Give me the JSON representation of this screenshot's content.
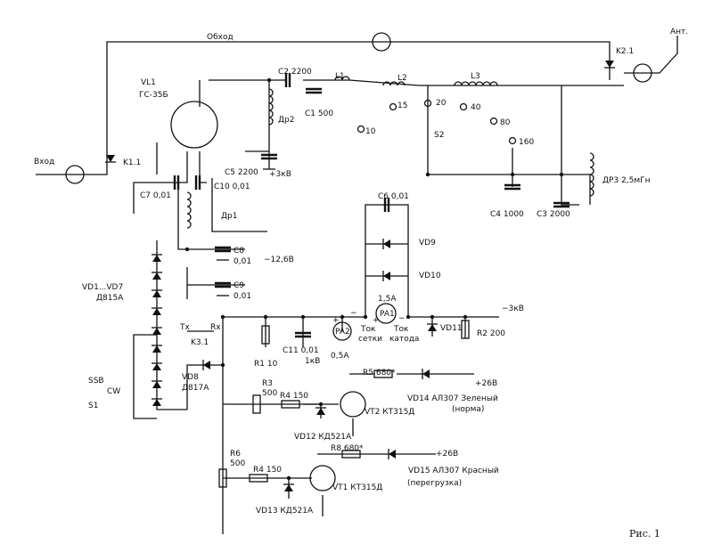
{
  "figure_caption": "Рис. 1",
  "nets": {
    "bypass": "Обход",
    "input": "Вход",
    "antenna": "Ант.",
    "minus_12v": "−12,6В",
    "minus_3kv": "−3кВ",
    "plus_3kv": "+3кВ",
    "plus_26v_a": "+26В",
    "plus_26v_b": "+26В"
  },
  "parts": {
    "K11": "K1.1",
    "K21": "K2.1",
    "K31": "K3.1",
    "VL1": "VL1",
    "VL1_type": "ГС-35Б",
    "C2": "C2  2200",
    "C1": "C1  500",
    "L1": "L1",
    "L2": "L2",
    "L3": "L3",
    "Dr2": "Др2",
    "C5": "C5  2200",
    "C7": "C7  0,01",
    "C10": "C10  0,01",
    "Dr1": "Др1",
    "C8_name": "C8",
    "C8_value": "0,01",
    "C9_name": "C9",
    "C9_value": "0,01",
    "C4": "C4  1000",
    "C3": "C3  2000",
    "Dr3": "ДР3  2,5мГн",
    "C6": "C6  0,01",
    "VD9": "VD9",
    "VD10": "VD10",
    "PA1": "PA1",
    "PA1_range": "1,5А",
    "PA2": "PA2",
    "PA2_range": "0,5А",
    "grid_current_1": "Ток",
    "grid_current_2": "сетки",
    "cathode_current_1": "Ток",
    "cathode_current_2": "катода",
    "VD11": "VD11",
    "R2": "R2  200",
    "R1": "R1  10",
    "C11_name": "C11  0,01",
    "C11_value": "1кВ",
    "VD_chain_1": "VD1...VD7",
    "VD_chain_2": "Д815А",
    "SSB": "SSB",
    "CW": "CW",
    "S1": "S1",
    "S2": "S2",
    "VD8": "VD8",
    "VD8_type": "Д817А",
    "Tx": "Tx",
    "Rx": "Rx",
    "R3_name": "R3",
    "R3_value": "500",
    "R4_upper": "R4  150",
    "R5": "R5  680*",
    "VD14": "VD14  АЛ307  Зеленый",
    "VD14_note": "(норма)",
    "VT2": "VT2  КТ315Д",
    "VD12": "VD12  КД521А",
    "R6_name": "R6",
    "R6_value": "500",
    "R4_lower": "R4  150",
    "R8": "R8  680*",
    "VD15": "VD15  АЛ307  Красный",
    "VD15_note": "(перегрузка)",
    "VT1": "VT1  КТ315Д",
    "VD13": "VD13  КД521А"
  },
  "taps": {
    "t10": "10",
    "t15": "15",
    "t20": "20",
    "t40": "40",
    "t80": "80",
    "t160": "160"
  },
  "polarity": {
    "pa2_plus": "+",
    "pa2_minus": "−",
    "pa1_plus": "+",
    "pa1_minus": "−"
  }
}
